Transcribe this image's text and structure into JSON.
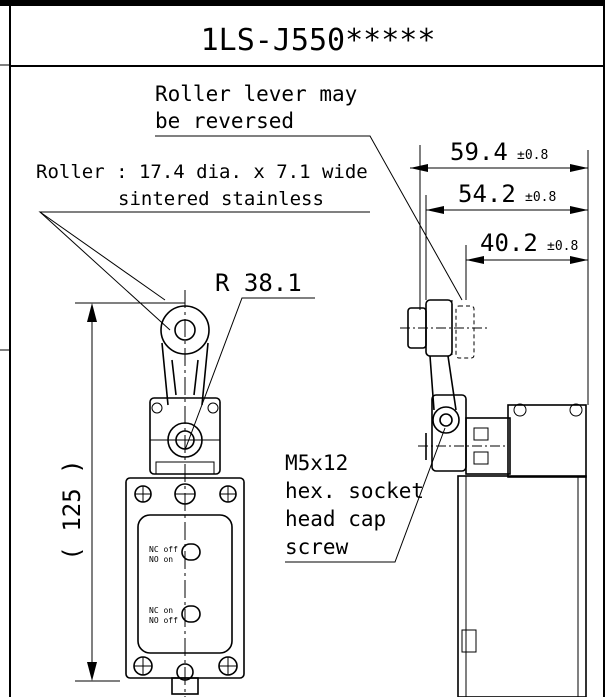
{
  "drawing": {
    "title": "1LS-J550*****",
    "notes": {
      "roller_lever": [
        "Roller lever may",
        "be reversed"
      ],
      "roller": [
        "Roller : 17.4 dia. x 7.1 wide",
        "sintered stainless"
      ],
      "radius": "R 38.1",
      "height": "( 125 )",
      "screw": [
        "M5x12",
        "hex. socket",
        "head cap",
        "screw"
      ]
    },
    "dimensions": [
      {
        "value": "59.4",
        "tolerance": "±0.8"
      },
      {
        "value": "54.2",
        "tolerance": "±0.8"
      },
      {
        "value": "40.2",
        "tolerance": "±0.8"
      }
    ],
    "switch_labels": {
      "upper": [
        "NC off",
        "NO on"
      ],
      "lower": [
        "NC on",
        "NO off"
      ]
    }
  }
}
